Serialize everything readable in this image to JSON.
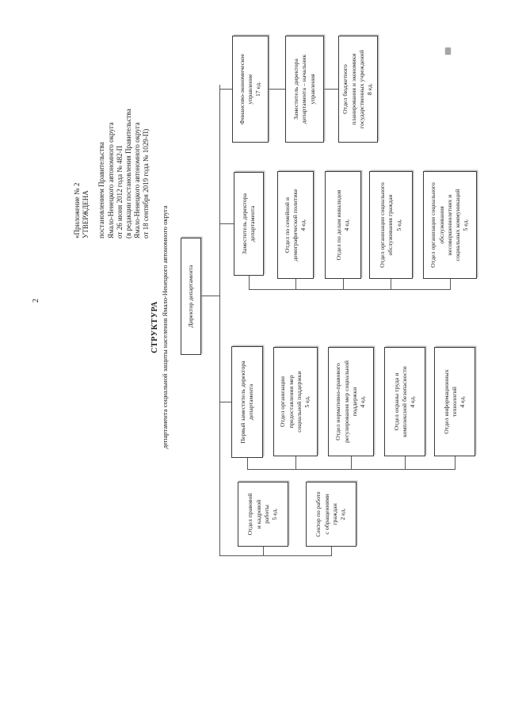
{
  "page": {
    "number": "2"
  },
  "approval": {
    "lines": [
      "«Приложение № 2",
      "УТВЕРЖДЕНА",
      "постановлением Правительства",
      "Ямало-Ненецкого автономного округа",
      "от 26 июня 2012 года № 482-П",
      "(в редакции постановления Правительства",
      "Ямало-Ненецкого автономного округа",
      "от 18 сентября 2019 года № 1029-П)"
    ]
  },
  "title": {
    "heading": "СТРУКТУРА",
    "subtitle": "департамента социальной защиты населения Ямало-Ненецкого автономного округа"
  },
  "org": {
    "nodes": {
      "director": "Директор департамента",
      "legal": "Отдел правовой\nи кадровой\nработы\n5 ед.",
      "appeals": "Сектор по работе\nс обращениями\nграждан\n2 ед.",
      "first_deputy": "Первый заместитель директора\nдепартамента",
      "benefits": "Отдел организации\nпредоставления мер\nсоциальной поддержки\n5 ед.",
      "legal_regulation": "Отдел нормативно-правового\nрегулирования мер социальной\nподдержки\n4 ед.",
      "labor_safety": "Отдел охраны труда и\nкомплексной безопасности\n4 ед.",
      "it": "Отдел информационных\nтехнологий\n4 ед.",
      "deputy": "Заместитель директора\nдепартамента",
      "family": "Отдел по семейной и\nдемографической политике\n4 ед.",
      "disabled": "Отдел по делам инвалидов\n4 ед.",
      "social_service": "Отдел организации социального\nобслуживания граждан\n5 ед.",
      "minors": "Отдел организации социального\nобслуживания\nнесовершеннолетних и\nсоциальных коммуникаций\n5 ед.",
      "finance": "Финансово-экономическое\nуправление\n17 ед.",
      "finance_deputy": "Заместитель директора\nдепартамента – начальник\nуправления",
      "budget": "Отдел бюджетного\nпланирования и экономики\nгосударственных учреждений\n8 ед."
    },
    "structure": {
      "root": "director",
      "director_reports": [
        "legal",
        "appeals",
        "first_deputy",
        "deputy",
        "finance"
      ],
      "first_deputy_reports": [
        "benefits",
        "legal_regulation",
        "labor_safety",
        "it"
      ],
      "deputy_reports": [
        "family",
        "disabled",
        "social_service",
        "minors"
      ],
      "finance_chain": [
        "finance_deputy",
        "budget"
      ]
    }
  }
}
